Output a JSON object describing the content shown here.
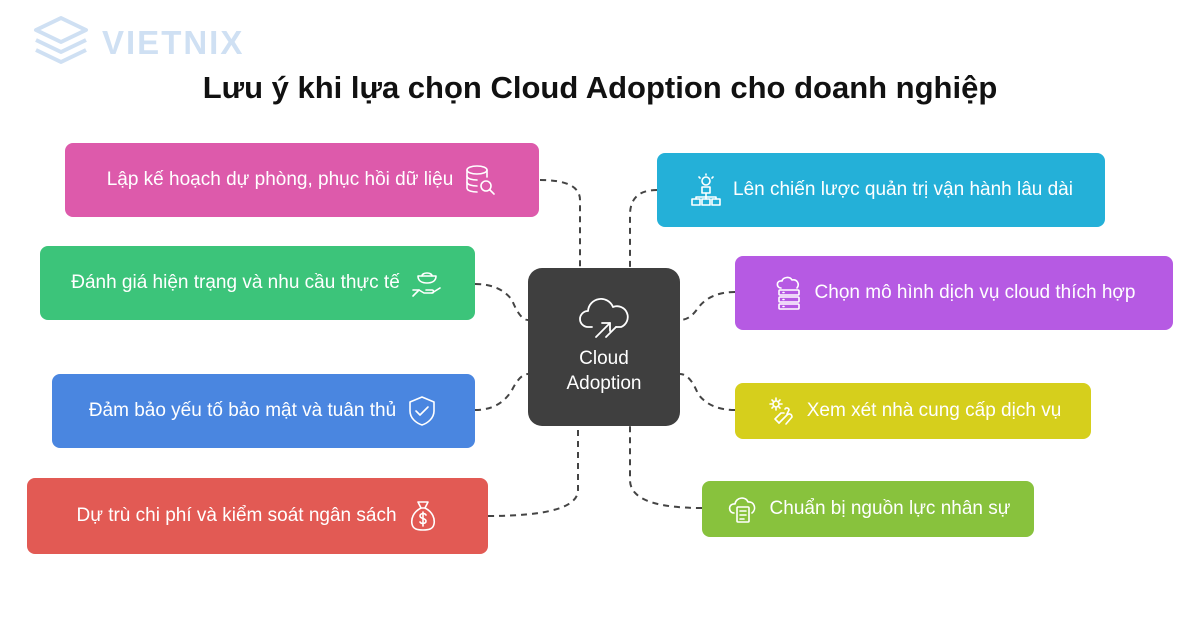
{
  "logo": {
    "text": "VIETNIX"
  },
  "title": "Lưu ý khi lựa chọn Cloud Adoption cho doanh nghiệp",
  "center": {
    "line1": "Cloud",
    "line2": "Adoption",
    "icon": "cloud-arrow-icon",
    "color": "#3f3f3f"
  },
  "left_nodes": [
    {
      "label": "Lập kế hoạch dự phòng, phục hồi dữ liệu",
      "icon": "database-search-icon",
      "color": "#dd5aab"
    },
    {
      "label": "Đánh giá hiện trạng và nhu cầu thực tế",
      "icon": "hand-bowl-icon",
      "color": "#3cc47a"
    },
    {
      "label": "Đảm bảo yếu tố bảo mật và tuân thủ",
      "icon": "shield-check-icon",
      "color": "#4a86e0"
    },
    {
      "label": "Dự trù chi phí và kiểm soát ngân sách",
      "icon": "money-bag-icon",
      "color": "#e25a54"
    }
  ],
  "right_nodes": [
    {
      "label": "Lên chiến lược quản trị vận hành lâu dài",
      "icon": "hierarchy-icon",
      "color": "#24b0d8"
    },
    {
      "label": "Chọn mô hình dịch vụ cloud thích hợp",
      "icon": "server-stack-icon",
      "color": "#b65ae3"
    },
    {
      "label": "Xem xét nhà cung cấp dịch vụ",
      "icon": "hand-gear-icon",
      "color": "#d6cf1c"
    },
    {
      "label": "Chuẩn bị nguồn lực nhân sự",
      "icon": "cloud-document-icon",
      "color": "#88c23d"
    }
  ]
}
